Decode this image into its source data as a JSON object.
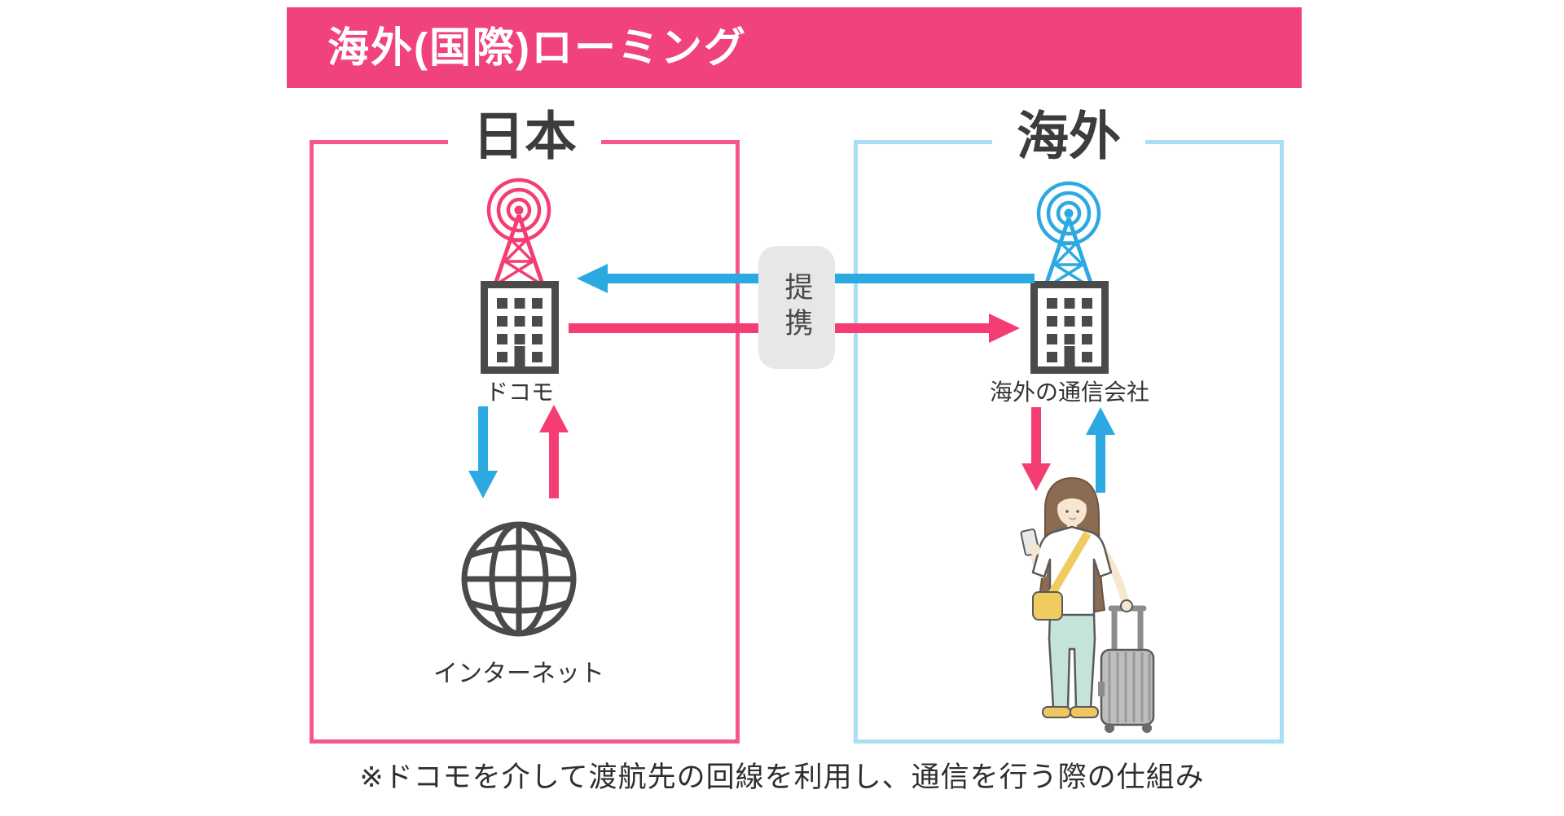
{
  "header": {
    "title": "海外(国際)ローミング"
  },
  "japan_panel": {
    "title": "日本",
    "carrier_label": "ドコモ",
    "internet_label": "インターネット",
    "icons": [
      "radio-tower-icon",
      "office-building-icon",
      "globe-icon"
    ],
    "arrows": [
      {
        "direction": "down",
        "color": "blue"
      },
      {
        "direction": "up",
        "color": "pink"
      }
    ]
  },
  "overseas_panel": {
    "title": "海外",
    "carrier_label": "海外の通信会社",
    "icons": [
      "radio-tower-icon",
      "office-building-icon",
      "traveler-illustration"
    ],
    "arrows": [
      {
        "direction": "down",
        "color": "pink"
      },
      {
        "direction": "up",
        "color": "blue"
      }
    ]
  },
  "partnership": {
    "label": "提携"
  },
  "cross_arrows": [
    {
      "direction": "left",
      "color": "blue"
    },
    {
      "direction": "right",
      "color": "pink"
    }
  ],
  "footnote": "※ドコモを介して渡航先の回線を利用し、通信を行う際の仕組み",
  "colors": {
    "header_bg": "#F0437B",
    "japan_border": "#F4568D",
    "overseas_border": "#A9DFF4",
    "pink": "#F43D72",
    "blue": "#2CA9E1",
    "icon_gray": "#4A4A4B",
    "text_dark": "#3C3C3C",
    "link_bg": "#E7E7E7",
    "link_text": "#4A4A4A",
    "footnote_text": "#2E2E2E"
  }
}
